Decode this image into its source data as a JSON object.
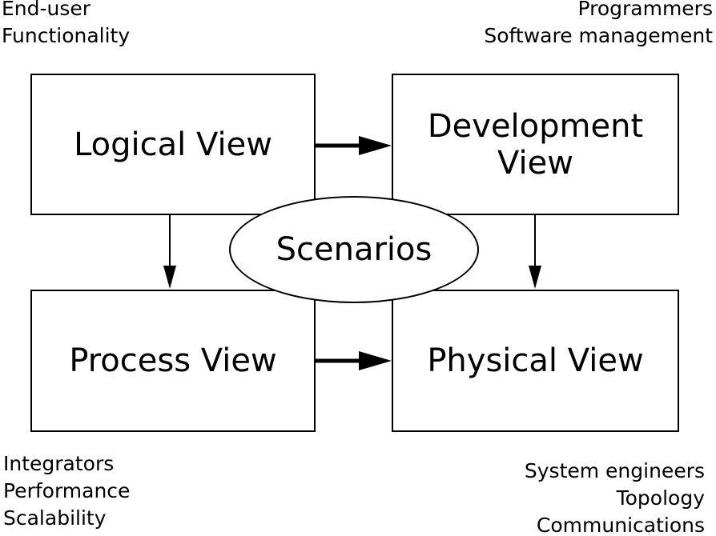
{
  "annotations": {
    "top_left": [
      "End-user",
      "Functionality"
    ],
    "top_right": [
      "Programmers",
      "Software management"
    ],
    "bottom_left": [
      "Integrators",
      "Performance",
      "Scalability"
    ],
    "bottom_right": [
      "System engineers",
      "Topology",
      "Communications"
    ]
  },
  "views": {
    "logical": "Logical View",
    "development": "Development\nView",
    "process": "Process View",
    "physical": "Physical View"
  },
  "center": "Scenarios"
}
